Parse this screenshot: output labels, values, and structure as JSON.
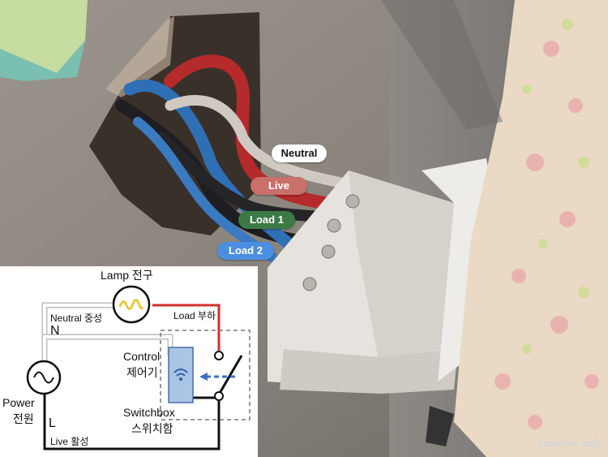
{
  "photo_labels": {
    "neutral": "Neutral",
    "live": "Live",
    "load1": "Load 1",
    "load2": "Load 2"
  },
  "colors": {
    "neutral_pill": "#ffffff",
    "live_pill": "#c9706a",
    "load1_pill": "#3b7a46",
    "load2_pill": "#4b8fe0",
    "live_wire": "#d32f2f",
    "control_box": "#aac4e6"
  },
  "diagram": {
    "lamp": "Lamp 전구",
    "neutral": "Neutral 중성",
    "n": "N",
    "load": "Load 부하",
    "control_line1": "Control",
    "control_line2": "제어기",
    "power_line1": "Power",
    "power_line2": "전원",
    "l": "L",
    "switchbox_line1": "Switchbox",
    "switchbox_line2": "스위치함",
    "live": "Live 활성"
  },
  "watermark": "Tool-Box.info"
}
